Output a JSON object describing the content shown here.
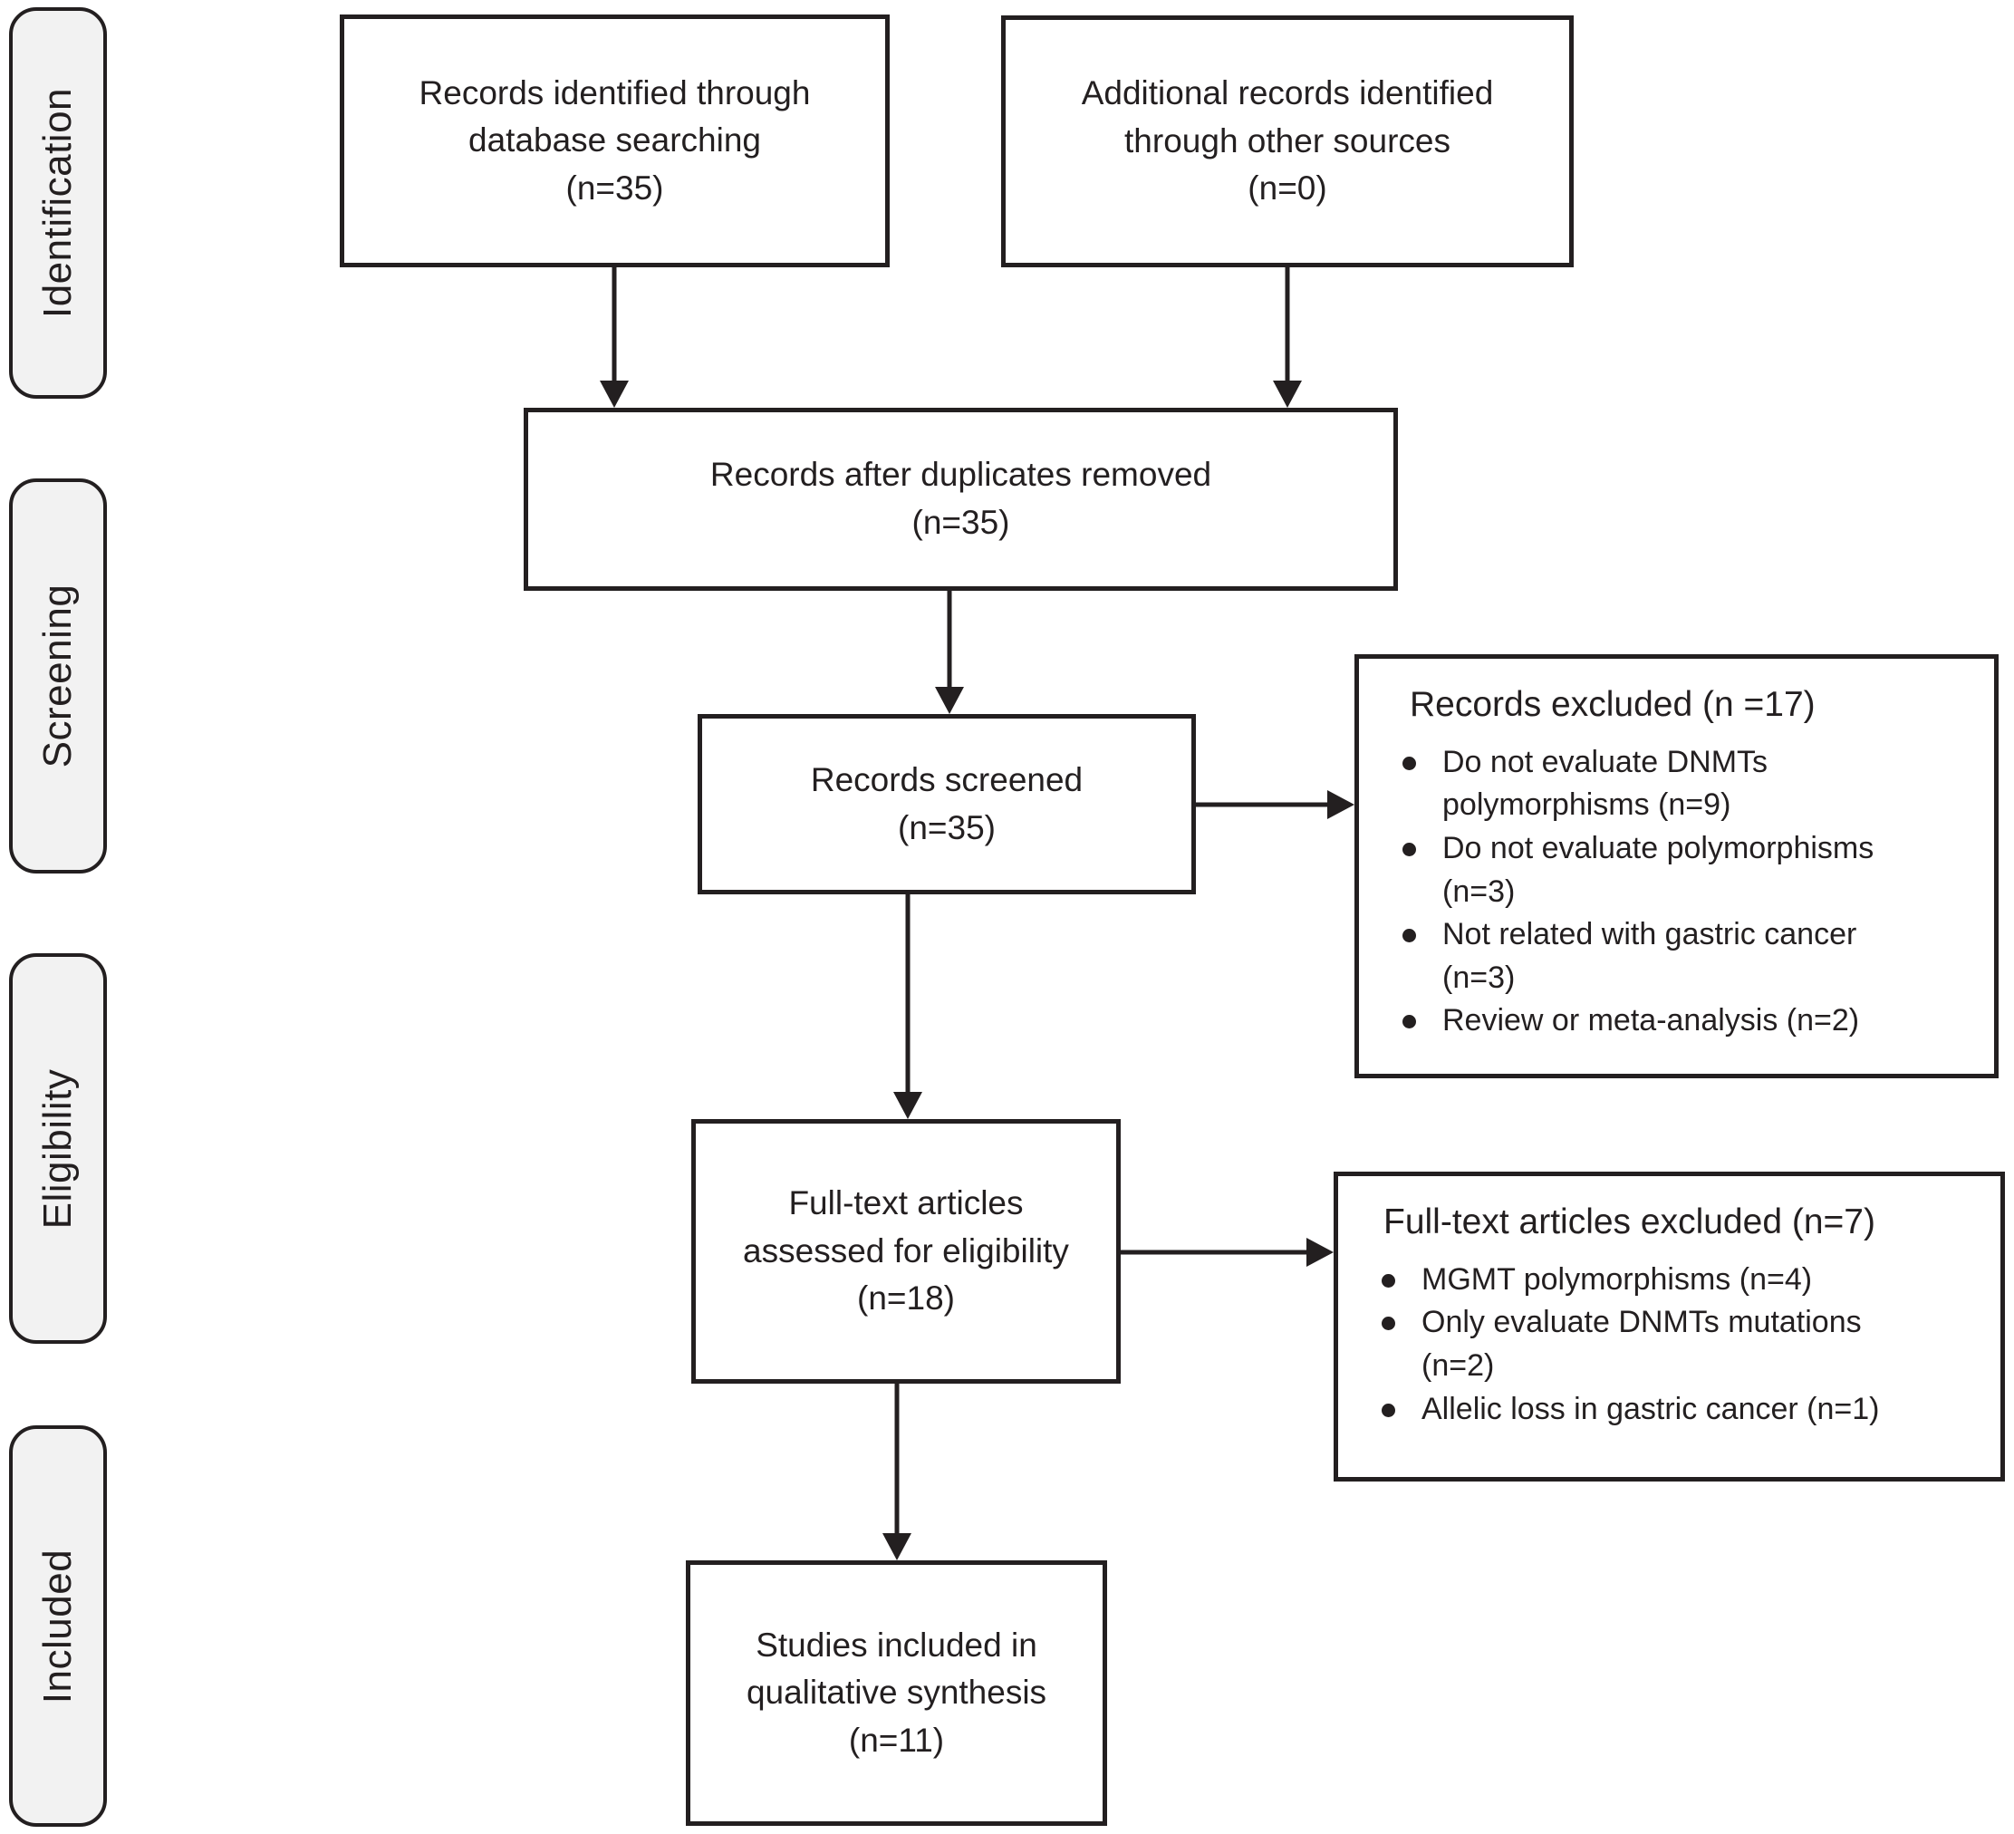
{
  "stages": [
    {
      "label": "Identification"
    },
    {
      "label": "Screening"
    },
    {
      "label": "Eligibility"
    },
    {
      "label": "Included"
    }
  ],
  "boxes": {
    "db_search": "Records identified through\ndatabase searching\n(n=35)",
    "other_sources": "Additional records identified\nthrough other sources\n(n=0)",
    "after_duplicates": "Records after duplicates removed\n(n=35)",
    "screened": "Records screened\n(n=35)",
    "eligibility": "Full-text articles\nassessed for eligibility\n(n=18)",
    "included": "Studies included in\nqualitative synthesis\n(n=11)"
  },
  "records_excluded": {
    "title": "Records excluded (n =17)",
    "items": [
      "Do not evaluate DNMTs\npolymorphisms (n=9)",
      "Do not evaluate polymorphisms\n(n=3)",
      "Not related with gastric cancer\n(n=3)",
      "Review or meta-analysis (n=2)"
    ]
  },
  "fulltext_excluded": {
    "title": "Full-text articles excluded (n=7)",
    "items": [
      "MGMT polymorphisms (n=4)",
      "Only evaluate DNMTs mutations\n(n=2)",
      "Allelic loss in gastric cancer (n=1)"
    ]
  },
  "colors": {
    "ink": "#231f20",
    "stage_fill": "#f2f2f2",
    "background": "#ffffff"
  }
}
